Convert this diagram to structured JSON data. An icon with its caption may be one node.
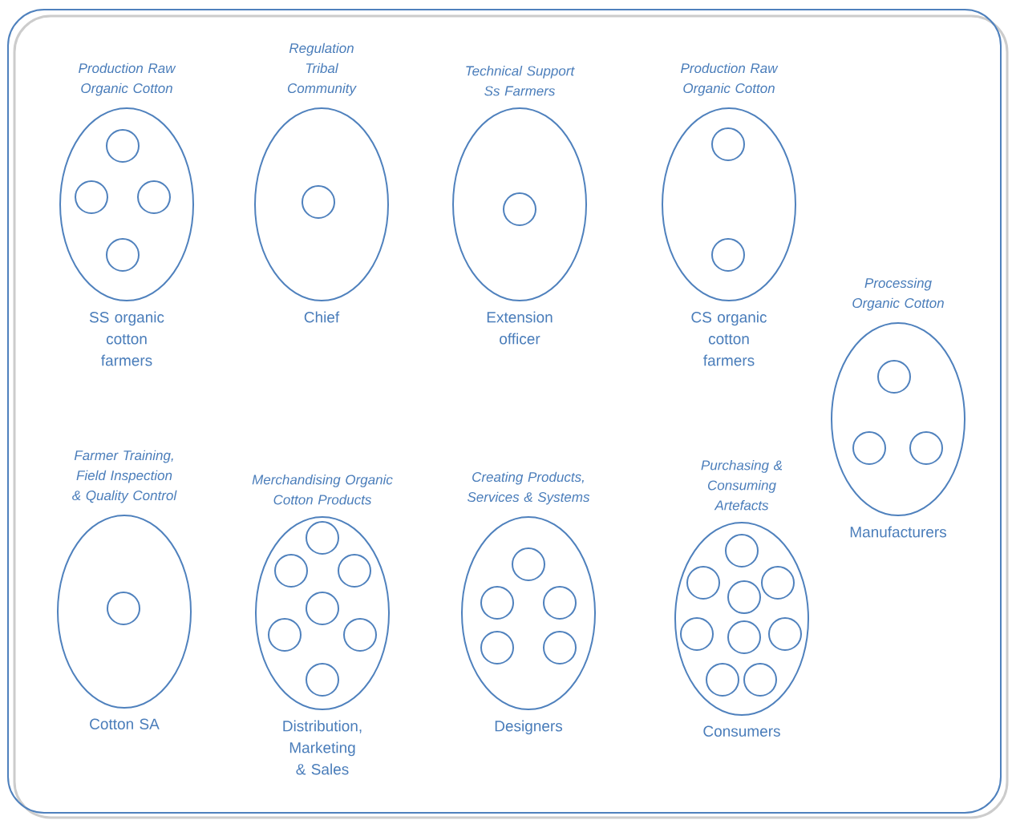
{
  "diagram": {
    "nodes": [
      {
        "text": [
          "Production Raw Organic Cotton",
          "SS organic cotton farmers"
        ]
      },
      {
        "text": [],
        "shape": "circle",
        "in": 0
      },
      {
        "text": [],
        "shape": "circle",
        "in": 0
      },
      {
        "text": [],
        "shape": "circle",
        "in": 0
      },
      {
        "text": [],
        "shape": "circle",
        "in": 0
      },
      {
        "text": [
          "Regulation Tribal Community",
          "Chief"
        ]
      },
      {
        "text": [],
        "shape": "circle",
        "in": 5
      },
      {
        "text": [
          "Technical Support Ss Farmers",
          "Extension officer"
        ]
      },
      {
        "text": [],
        "shape": "circle",
        "in": 7
      },
      {
        "text": [
          "Production Raw Organic Cotton",
          "CS organic cotton farmers"
        ]
      },
      {
        "text": [],
        "shape": "circle",
        "in": 9
      },
      {
        "text": [],
        "shape": "circle",
        "in": 9
      },
      {
        "text": [
          "Processing Organic Cotton",
          "Manufacturers"
        ]
      },
      {
        "text": [],
        "shape": "circle",
        "in": 12
      },
      {
        "text": [],
        "shape": "circle",
        "in": 12
      },
      {
        "text": [],
        "shape": "circle",
        "in": 12
      },
      {
        "text": [
          "Farmer Training, Field Inspection & Quality Control",
          "Cotton SA"
        ]
      },
      {
        "text": [],
        "shape": "circle",
        "in": 16
      },
      {
        "text": [
          "Merchandising Organic Cotton Products",
          "Distribution, Marketing & Sales"
        ]
      },
      {
        "text": [],
        "shape": "circle",
        "in": 18
      },
      {
        "text": [],
        "shape": "circle",
        "in": 18
      },
      {
        "text": [],
        "shape": "circle",
        "in": 18
      },
      {
        "text": [],
        "shape": "circle",
        "in": 18
      },
      {
        "text": [],
        "shape": "circle",
        "in": 18
      },
      {
        "text": [],
        "shape": "circle",
        "in": 18
      },
      {
        "text": [],
        "shape": "circle",
        "in": 18
      },
      {
        "text": [
          "Creating Products, Services & Systems",
          "Designers"
        ]
      },
      {
        "text": [],
        "shape": "circle",
        "in": 26
      },
      {
        "text": [],
        "shape": "circle",
        "in": 26
      },
      {
        "text": [],
        "shape": "circle",
        "in": 26
      },
      {
        "text": [],
        "shape": "circle",
        "in": 26
      },
      {
        "text": [],
        "shape": "circle",
        "in": 26
      },
      {
        "text": [
          "Purchasing & Consuming Artefacts",
          "Consumers"
        ]
      },
      {
        "text": [],
        "shape": "circle",
        "in": 32
      },
      {
        "text": [],
        "shape": "circle",
        "in": 32
      },
      {
        "text": [],
        "shape": "circle",
        "in": 32
      },
      {
        "text": [],
        "shape": "circle",
        "in": 32
      },
      {
        "text": [],
        "shape": "circle",
        "in": 32
      },
      {
        "text": [],
        "shape": "circle",
        "in": 32
      },
      {
        "text": [],
        "shape": "circle",
        "in": 32
      },
      {
        "text": [],
        "shape": "circle",
        "in": 32
      },
      {
        "text": [],
        "shape": "circle",
        "in": 32
      }
    ]
  }
}
